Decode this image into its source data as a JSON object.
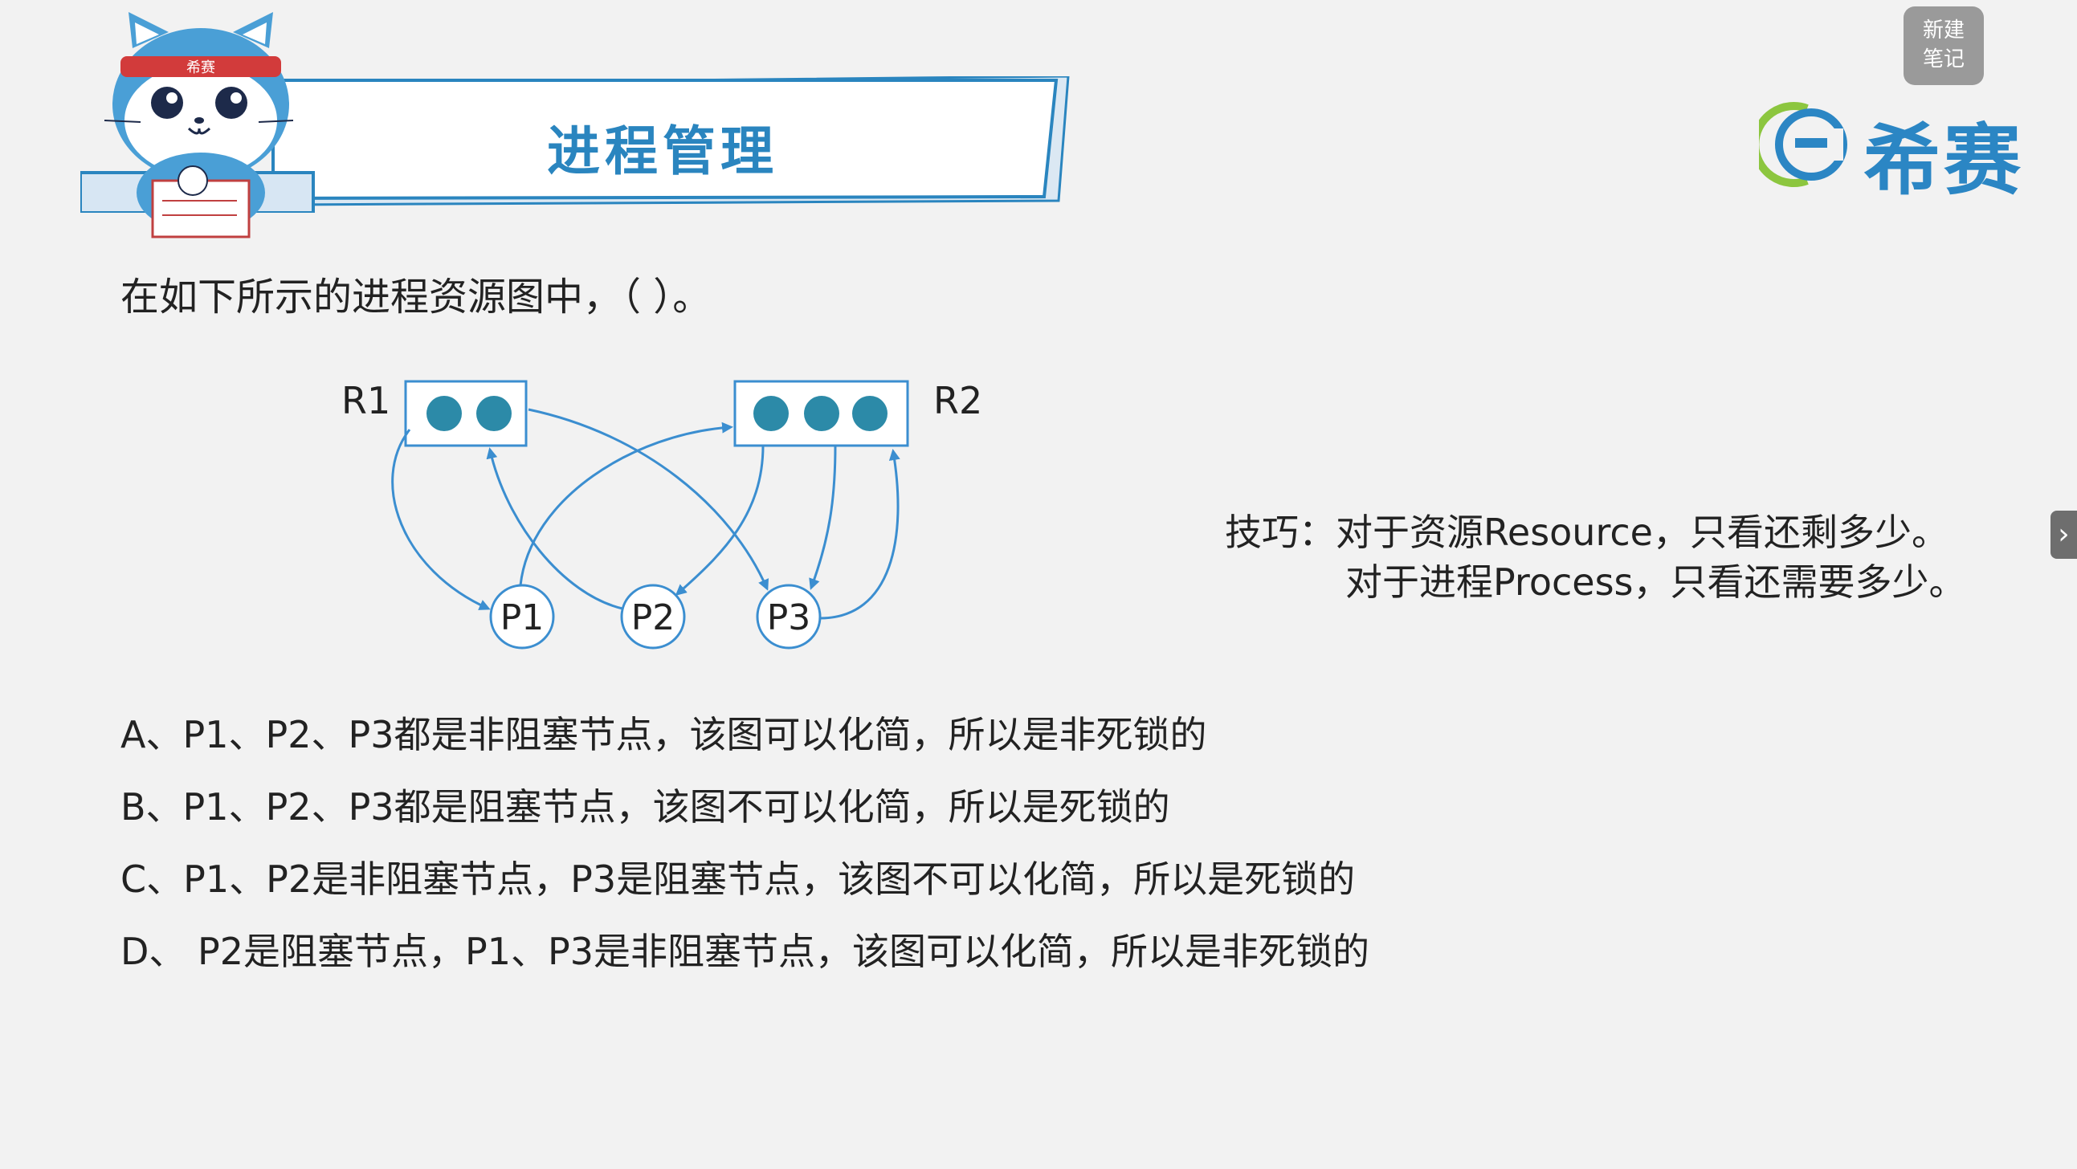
{
  "banner": {
    "title": "进程管理"
  },
  "mascot": {
    "headband_text": "希赛"
  },
  "note_button": {
    "line1": "新建",
    "line2": "笔记"
  },
  "logo": {
    "text": "希赛"
  },
  "question": {
    "text": "在如下所示的进程资源图中，（ ）。"
  },
  "diagram": {
    "resources": [
      {
        "label": "R1",
        "units": 2
      },
      {
        "label": "R2",
        "units": 3
      }
    ],
    "processes": [
      "P1",
      "P2",
      "P3"
    ]
  },
  "tip": {
    "line1": "技巧：对于资源Resource，只看还剩多少。",
    "line2": "对于进程Process，只看还需要多少。"
  },
  "options": [
    "A、P1、P2、P3都是非阻塞节点，该图可以化简，所以是非死锁的",
    "B、P1、P2、P3都是阻塞节点，该图不可以化简，所以是死锁的",
    "C、P1、P2是非阻塞节点，P3是阻塞节点，该图不可以化简，所以是死锁的",
    "D、 P2是阻塞节点，P1、P3是非阻塞节点，该图可以化简，所以是非死锁的"
  ],
  "colors": {
    "accent": "#2a85bf",
    "node_fill": "#2c8aa8",
    "arrow": "#3b8ed0",
    "text": "#222222"
  }
}
